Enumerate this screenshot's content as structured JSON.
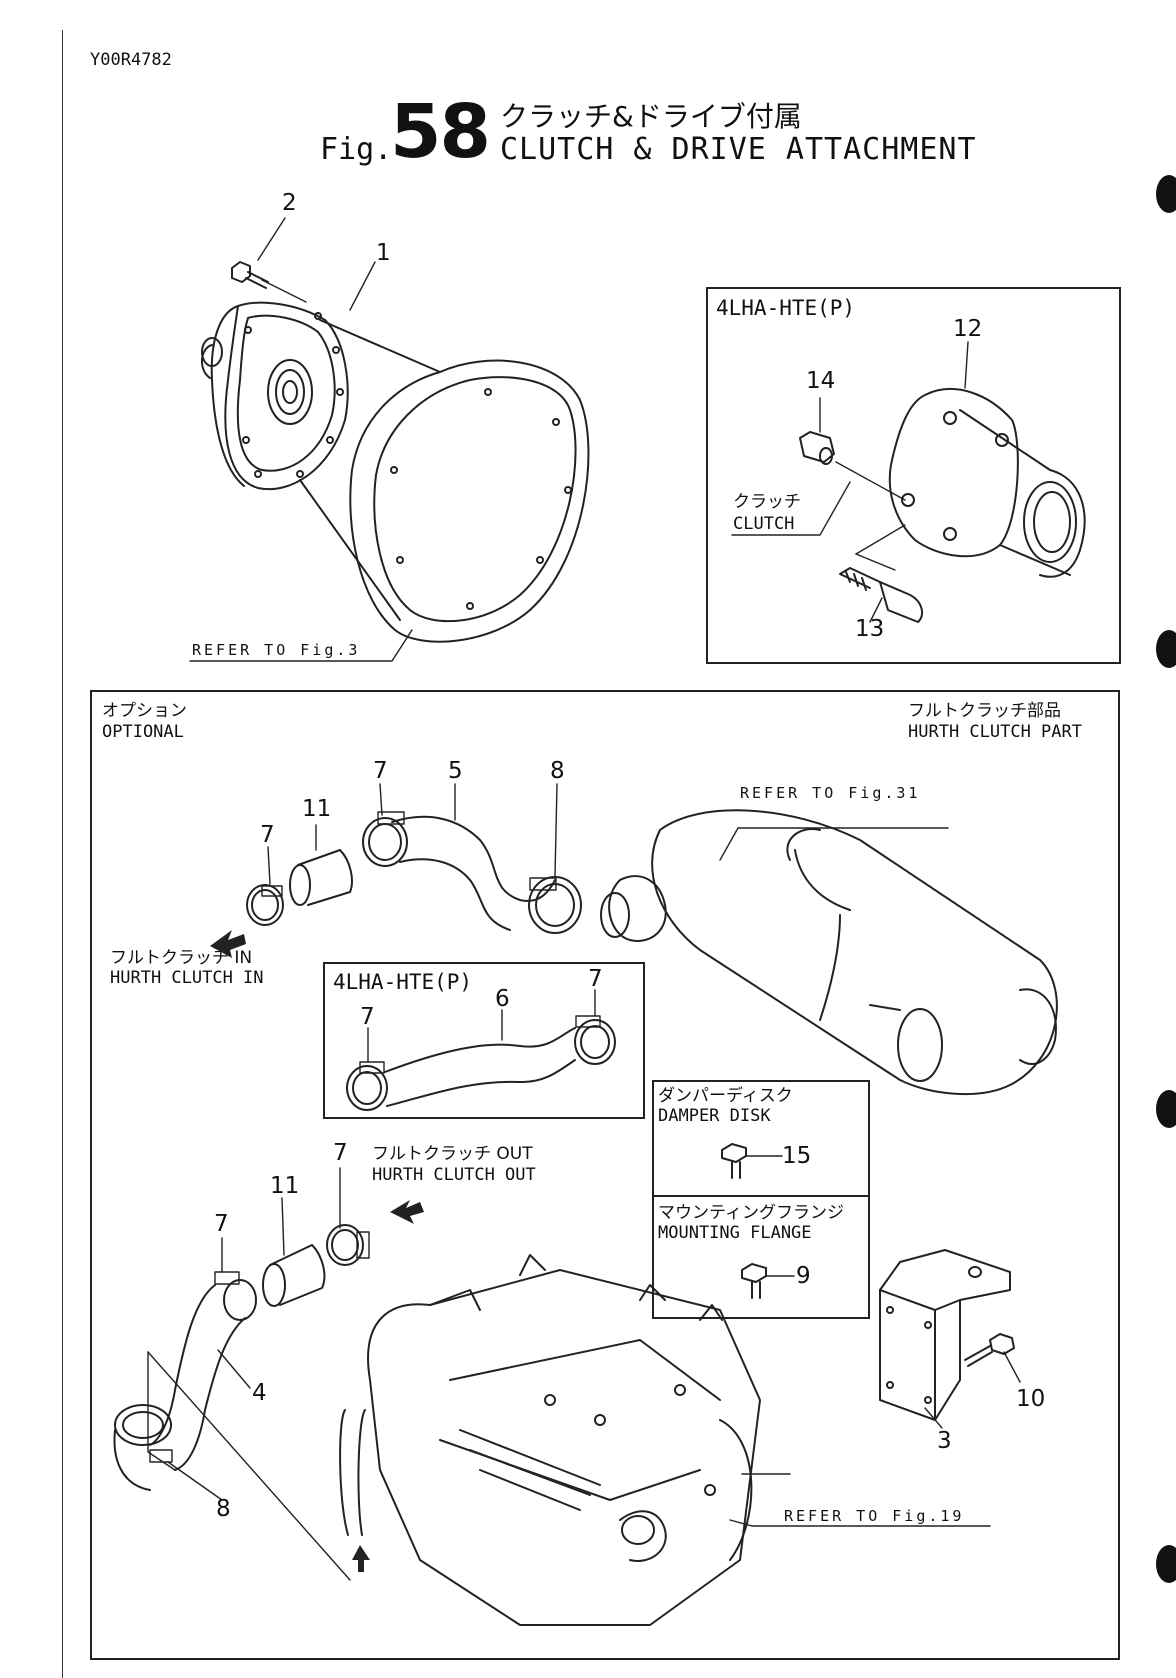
{
  "doc_code": "Y00R4782",
  "figure": {
    "prefix": "Fig.",
    "number": "58",
    "title_jp": "クラッチ&ドライブ付属",
    "title_en": "CLUTCH & DRIVE ATTACHMENT"
  },
  "top_section": {
    "refer": "REFER TO Fig.3",
    "callouts": [
      "1",
      "2"
    ]
  },
  "inset_top": {
    "model": "4LHA-HTE(P)",
    "clutch_jp": "クラッチ",
    "clutch_en": "CLUTCH",
    "callouts": [
      "12",
      "13",
      "14"
    ]
  },
  "optional_section": {
    "optional_jp": "オプション",
    "optional_en": "OPTIONAL",
    "hurth_part_jp": "フルトクラッチ部品",
    "hurth_part_en": "HURTH CLUTCH PART",
    "refer_31": "REFER TO Fig.31",
    "refer_19": "REFER TO Fig.19",
    "hurth_in_jp": "フルトクラッチ IN",
    "hurth_in_en": "HURTH CLUTCH IN",
    "hurth_out_jp": "フルトクラッチ OUT",
    "hurth_out_en": "HURTH CLUTCH OUT",
    "inset_model": "4LHA-HTE(P)",
    "damper_jp": "ダンパーディスク",
    "damper_en": "DAMPER DISK",
    "mounting_jp": "マウンティングフランジ",
    "mounting_en": "MOUNTING FLANGE",
    "callouts": {
      "c7a": "7",
      "c5": "5",
      "c8a": "8",
      "c11a": "11",
      "c7b": "7",
      "c6": "6",
      "c7c": "7",
      "c7d": "7",
      "c15": "15",
      "c7e": "7",
      "c11b": "11",
      "c7f": "7",
      "c9": "9",
      "c4": "4",
      "c8b": "8",
      "c10": "10",
      "c3": "3"
    }
  }
}
